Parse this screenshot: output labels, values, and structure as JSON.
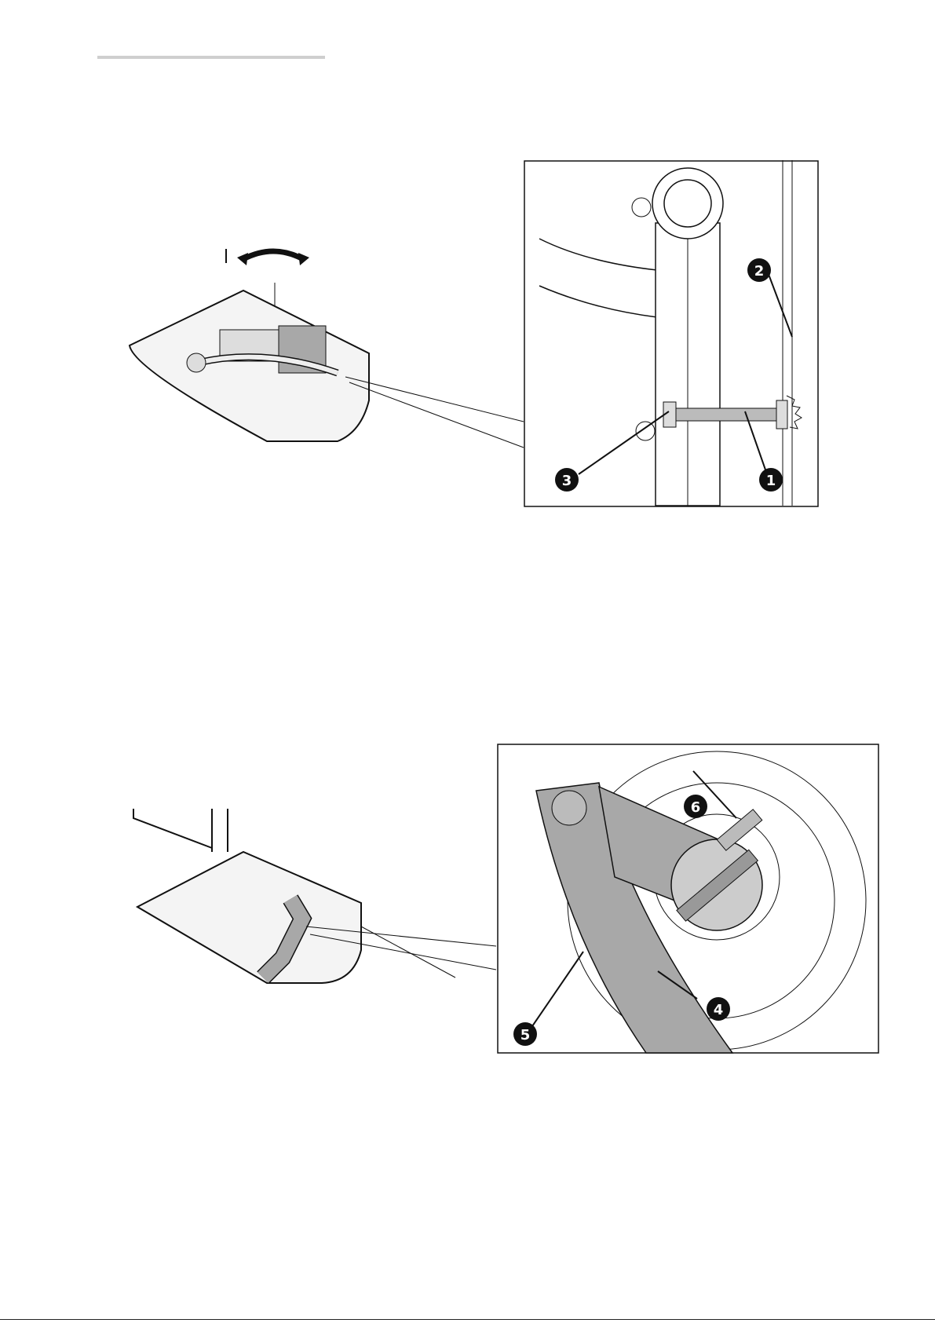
{
  "figure_top": {
    "callouts": [
      {
        "label": "1",
        "part": "threaded-rod"
      },
      {
        "label": "2",
        "part": "frame-edge"
      },
      {
        "label": "3",
        "part": "lock-nut"
      }
    ]
  },
  "figure_bottom": {
    "callouts": [
      {
        "label": "4",
        "part": "lower-stop-screw"
      },
      {
        "label": "5",
        "part": "lever-arm"
      },
      {
        "label": "6",
        "part": "upper-stop-screw"
      }
    ]
  },
  "colors": {
    "line": "#1a1a1a",
    "highlight": "#a8a8a8",
    "rule": "#cfcfcf"
  }
}
